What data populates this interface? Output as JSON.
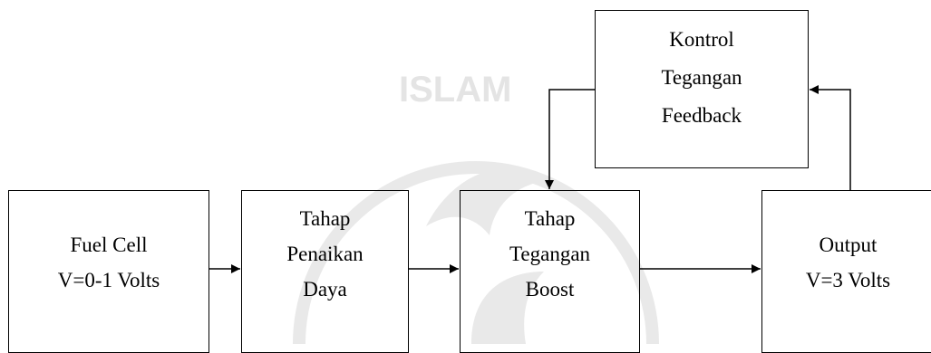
{
  "watermark": {
    "text": "ISLAM",
    "visible": true,
    "color": "#e6e6e6"
  },
  "blocks": [
    {
      "id": "fuel-cell",
      "lines": [
        "Fuel Cell",
        "V=0-1 Volts"
      ]
    },
    {
      "id": "tahap-penaikan-daya",
      "lines": [
        "Tahap",
        "Penaikan",
        "Daya"
      ]
    },
    {
      "id": "tahap-tegangan-boost",
      "lines": [
        "Tahap",
        "Tegangan",
        "Boost"
      ]
    },
    {
      "id": "output",
      "lines": [
        "Output",
        "V=3 Volts"
      ]
    },
    {
      "id": "kontrol-tegangan-feedback",
      "lines": [
        "Kontrol",
        "Tegangan",
        "Feedback"
      ]
    }
  ],
  "connections": [
    {
      "from": "fuel-cell",
      "to": "tahap-penaikan-daya"
    },
    {
      "from": "tahap-penaikan-daya",
      "to": "tahap-tegangan-boost"
    },
    {
      "from": "tahap-tegangan-boost",
      "to": "output"
    },
    {
      "from": "output",
      "to": "kontrol-tegangan-feedback"
    },
    {
      "from": "kontrol-tegangan-feedback",
      "to": "tahap-tegangan-boost"
    }
  ]
}
